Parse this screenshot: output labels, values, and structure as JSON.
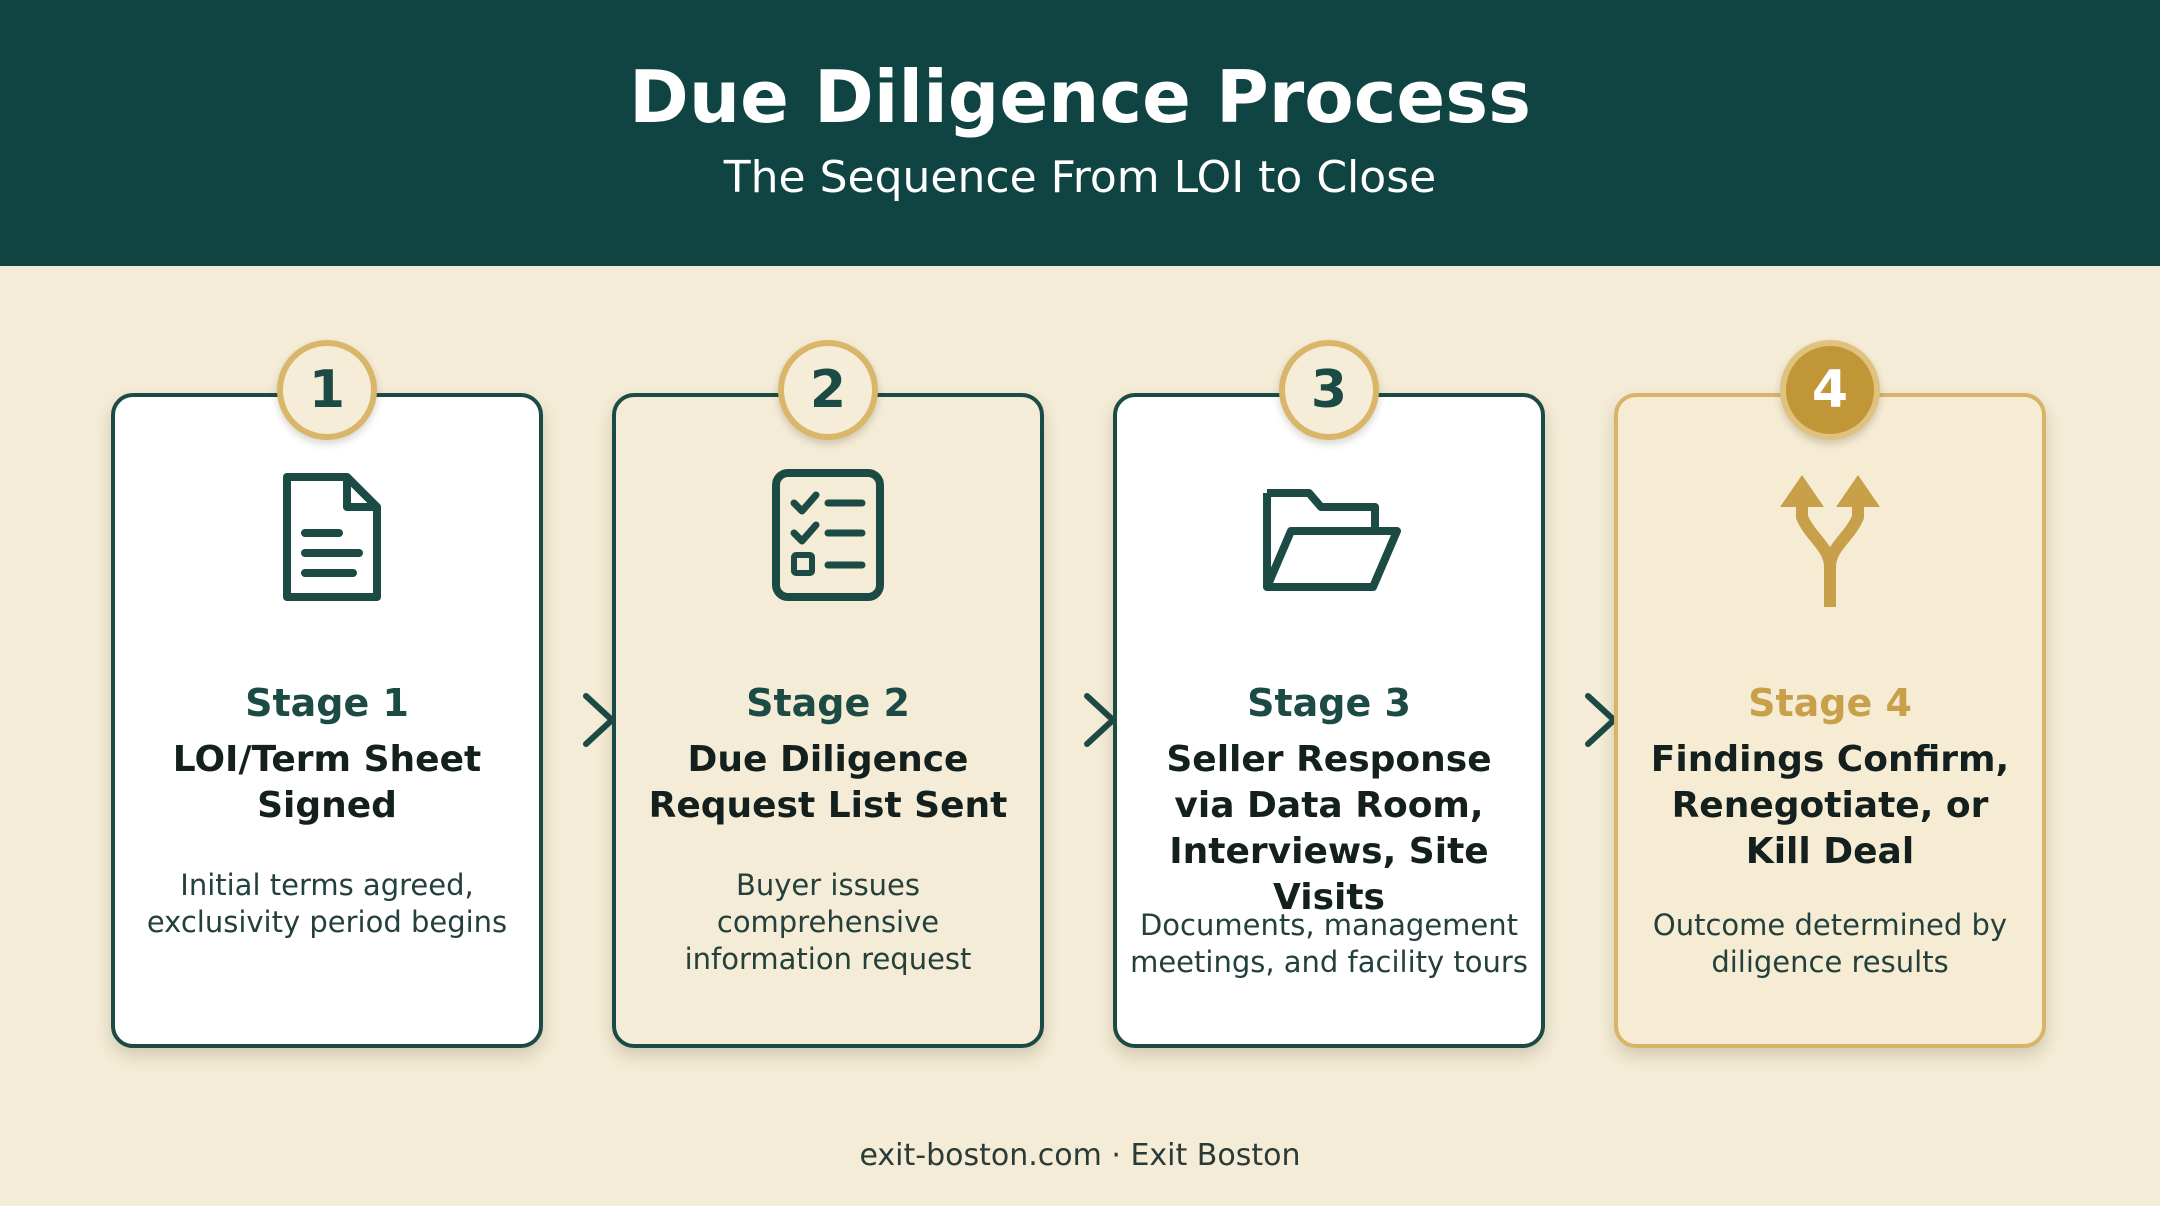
{
  "header": {
    "title": "Due Diligence Process",
    "subtitle": "The Sequence From LOI to Close"
  },
  "stages": [
    {
      "number": "1",
      "stage_label": "Stage 1",
      "heading": "LOI/Term Sheet\nSigned",
      "description": "Initial terms agreed,\nexclusivity period begins",
      "icon": "document-icon"
    },
    {
      "number": "2",
      "stage_label": "Stage 2",
      "heading": "Due Diligence\nRequest List Sent",
      "description": "Buyer issues\ncomprehensive\ninformation request",
      "icon": "checklist-icon"
    },
    {
      "number": "3",
      "stage_label": "Stage 3",
      "heading": "Seller Response\nvia Data Room,\nInterviews, Site Visits",
      "description": "Documents, management\nmeetings, and facility tours",
      "icon": "folder-icon"
    },
    {
      "number": "4",
      "stage_label": "Stage 4",
      "heading": "Findings Confirm,\nRenegotiate, or\nKill Deal",
      "description": "Outcome determined by\ndiligence results",
      "icon": "fork-arrows-icon"
    }
  ],
  "footer": "exit-boston.com · Exit Boston",
  "colors": {
    "header_bg": "#0f4442",
    "background": "#f4ecd6",
    "dark_teal": "#1c4a44",
    "gold": "#c9a04a"
  }
}
